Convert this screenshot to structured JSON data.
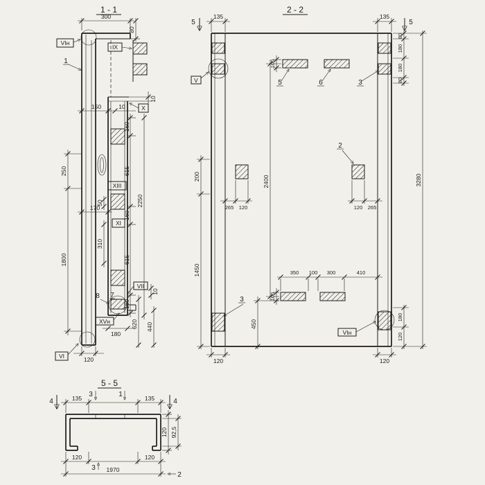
{
  "meta": {
    "paper_color": "#f2f0ea",
    "ink_color": "#1c1c1c"
  },
  "s11": {
    "title": "1 - 1",
    "dims": {
      "top300": "300",
      "top80": "80",
      "n10a": "10",
      "n150": "150",
      "n10b": "10",
      "left250": "250",
      "left1800": "1800",
      "c160a": "160",
      "c615a": "615",
      "c160b": "160",
      "c615b": "615",
      "c160c": "160",
      "n50": "50",
      "n170": "170",
      "n310": "310",
      "total2250": "2250",
      "n10c": "10",
      "n180": "180",
      "n620": "620",
      "n440": "440",
      "bot120": "120"
    },
    "marks": {
      "vin_top": "VIн",
      "ix": "IX",
      "x": "X",
      "xiii": "XIII",
      "xi": "XI",
      "vii": "VII",
      "xvn": "XVн",
      "vi_bot": "VI"
    },
    "parts": {
      "p1": "1",
      "p8": "8",
      "p7": "7"
    }
  },
  "s22": {
    "title": "2 - 2",
    "cuts": {
      "left5": "5",
      "right5": "5"
    },
    "dims": {
      "top135l": "135",
      "top135r": "135",
      "r80a": "80",
      "r180a": "180",
      "r180b": "180",
      "r80b": "80",
      "right3280": "3280",
      "l200": "200",
      "l1450": "1450",
      "t100": "100",
      "mid2400": "2400",
      "ml265": "265",
      "ml120": "120",
      "mr120": "120",
      "mr265": "265",
      "b350": "350",
      "b100a": "100",
      "b300": "300",
      "b410": "410",
      "b100": "100",
      "b450": "450",
      "rb180": "180",
      "rb120": "120",
      "bot120l": "120",
      "bot120r": "120"
    },
    "marks": {
      "v": "V",
      "vin": "VIн"
    },
    "parts": {
      "p5": "5",
      "p6": "6",
      "p3a": "3",
      "p2": "2",
      "p3b": "3"
    }
  },
  "s55": {
    "title": "5 - 5",
    "cuts": {
      "c4l": "4",
      "c4r": "4",
      "c3t": "3",
      "c1": "1",
      "c3b": "3",
      "c2": "2"
    },
    "dims": {
      "t135l": "135",
      "t135r": "135",
      "r120": "120",
      "r925": "92,5",
      "b120l": "120",
      "b120r": "120",
      "w1970": "1970"
    }
  }
}
